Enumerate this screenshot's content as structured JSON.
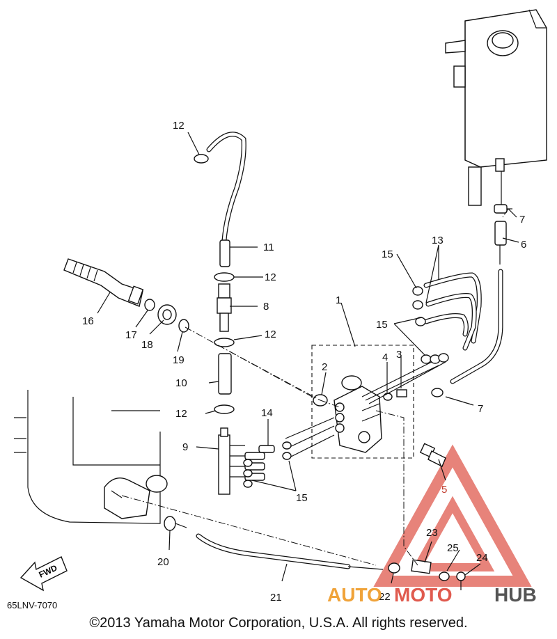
{
  "diagram": {
    "drawing_code": "65LNV-7070",
    "copyright": "©2013 Yamaha Motor Corporation, U.S.A. All rights reserved.",
    "fwd_label": "FWD",
    "watermark": {
      "auto": "AUTO",
      "moto": "MOTO",
      "hub": "HUB",
      "red": "#e05a4e",
      "orange": "#f0a33a",
      "gray": "#555555"
    },
    "callouts": {
      "c1": "1",
      "c2": "2",
      "c3": "3",
      "c4": "4",
      "c5": "5",
      "c6": "6",
      "c7a": "7",
      "c7b": "7",
      "c8": "8",
      "c9": "9",
      "c10": "10",
      "c11": "11",
      "c12a": "12",
      "c12b": "12",
      "c12c": "12",
      "c12d": "12",
      "c13": "13",
      "c14": "14",
      "c15a": "15",
      "c15b": "15",
      "c15c": "15",
      "c16": "16",
      "c17": "17",
      "c18": "18",
      "c19": "19",
      "c20": "20",
      "c21": "21",
      "c22": "22",
      "c23": "23",
      "c24": "24",
      "c25": "25"
    }
  }
}
